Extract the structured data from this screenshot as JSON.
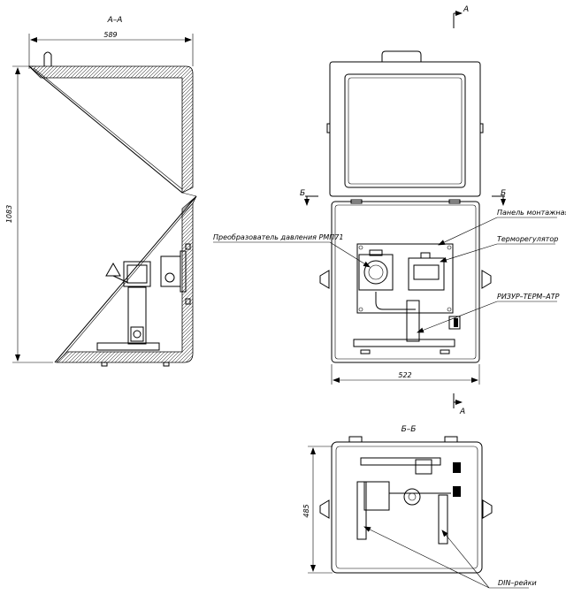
{
  "views": {
    "section_a": {
      "title": "А–А",
      "width_dim": "589",
      "height_dim": "1083"
    },
    "front": {
      "cut_label_a": "А",
      "cut_label_b": "Б",
      "width_dim": "522"
    },
    "section_b": {
      "title": "Б–Б",
      "height_dim": "485"
    }
  },
  "callouts": {
    "panel": "Панель монтажная",
    "thermoregulator": "Терморегулятор",
    "pressure_converter": "Преобразователь давления РМП71",
    "rizur": "РИЗУР–ТЕРМ–АТР",
    "din_rails": "DIN–рейки"
  }
}
